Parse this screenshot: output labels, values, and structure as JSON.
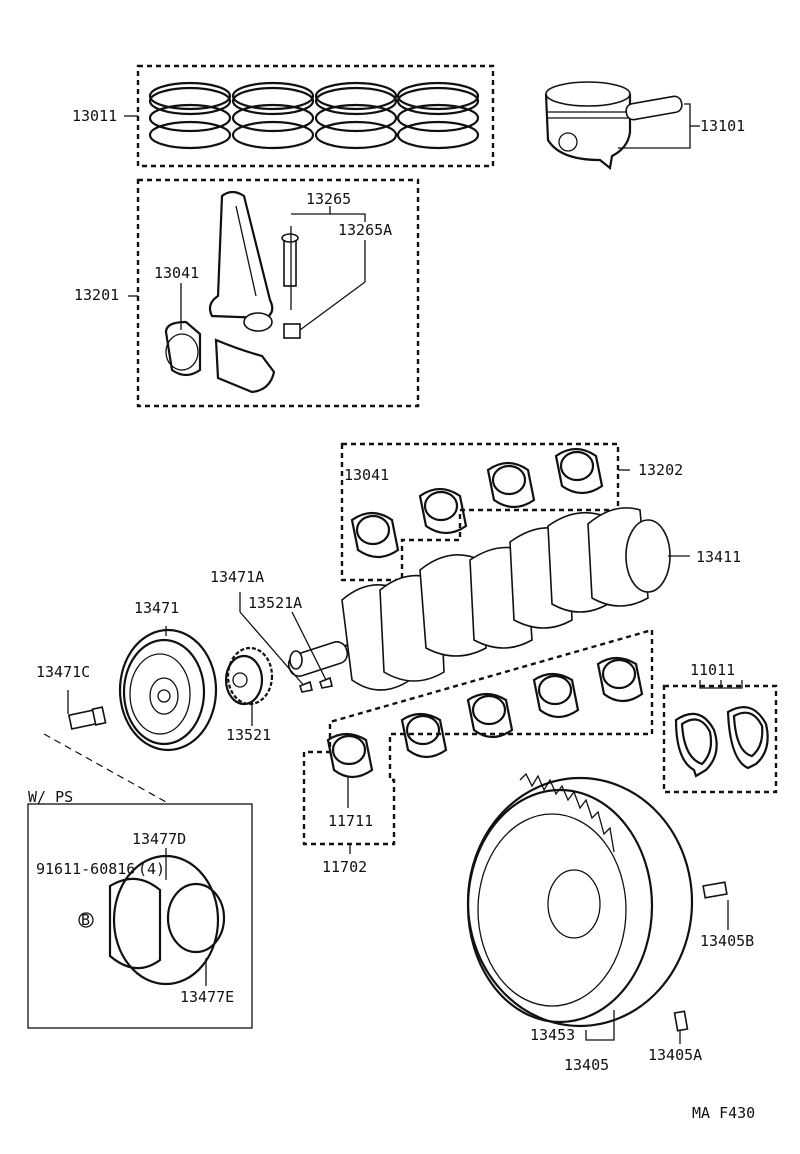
{
  "parts": {
    "p13011": "13011",
    "p13101": "13101",
    "p13265": "13265",
    "p13265A": "13265A",
    "p13041_rod": "13041",
    "p13201": "13201",
    "p13041_main": "13041",
    "p13202": "13202",
    "p13411": "13411",
    "p13471A": "13471A",
    "p13521A": "13521A",
    "p13471": "13471",
    "p13471C": "13471C",
    "p13521": "13521",
    "p11011": "11011",
    "p11711": "11711",
    "p11702": "11702",
    "p13477D": "13477D",
    "p91611": "91611-60816",
    "p91611_qty": "(4)",
    "p13477E": "13477E",
    "p13405B": "13405B",
    "p13453": "13453",
    "p13405": "13405",
    "p13405A": "13405A"
  },
  "note_wps": "W/ PS",
  "note_b": "B",
  "footer_code": "MA  F430"
}
